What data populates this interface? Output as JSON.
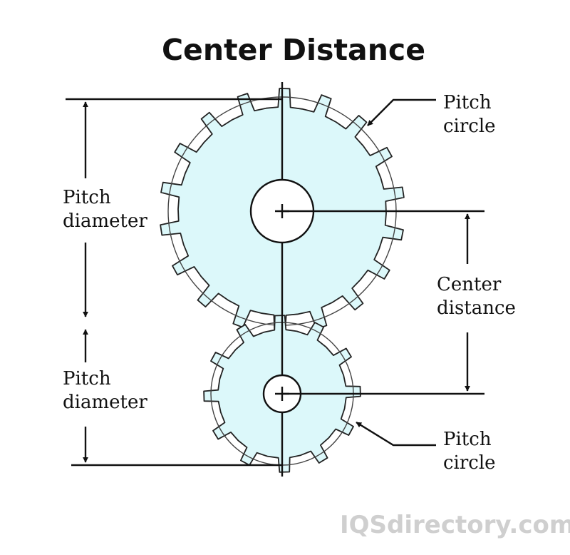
{
  "title": "Center Distance",
  "labels": {
    "pitch_diameter_top": [
      "Pitch",
      "diameter"
    ],
    "pitch_diameter_bottom": [
      "Pitch",
      "diameter"
    ],
    "center_distance": [
      "Center",
      "distance"
    ],
    "pitch_circle_top": [
      "Pitch",
      "circle"
    ],
    "pitch_circle_bottom": [
      "Pitch",
      "circle"
    ]
  },
  "watermark": "IQSdirectory.com",
  "colors": {
    "gear_fill": "#dcf8fa",
    "line": "#111111"
  },
  "gears": {
    "large": {
      "teeth": 18
    },
    "small": {
      "teeth": 12
    }
  }
}
